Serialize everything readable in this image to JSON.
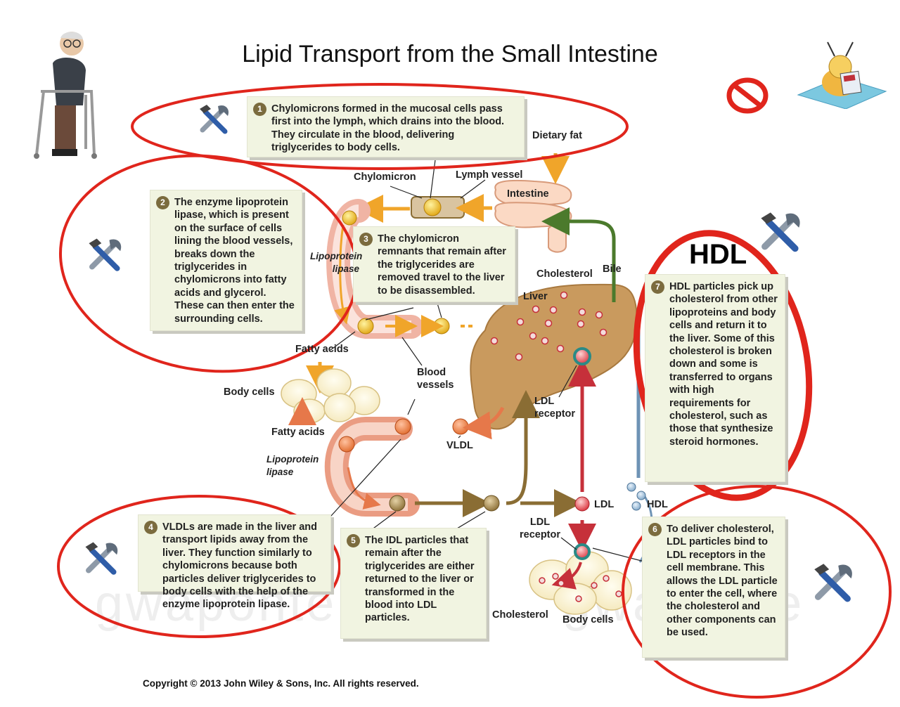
{
  "title": "Lipid Transport from the Small Intestine",
  "hdl_heading": "HDL",
  "watermark": [
    "gwaponte",
    "gwaponte"
  ],
  "copyright": "Copyright © 2013 John Wiley & Sons, Inc. All rights reserved.",
  "steps": [
    {
      "num": "1",
      "text": "Chylomicrons formed in the mucosal cells pass first into the lymph, which drains into the blood. They circulate in the blood, delivering triglycerides to body cells."
    },
    {
      "num": "2",
      "text": "The enzyme lipoprotein lipase, which is present on the surface of cells lining the blood vessels, breaks down the triglycerides in chylomicrons into fatty acids and glycerol. These can then enter the surrounding cells."
    },
    {
      "num": "3",
      "text": "The chylomicron remnants that remain after the triglycerides are removed travel to the liver to be disassembled."
    },
    {
      "num": "4",
      "text": "VLDLs are made in the liver and transport lipids away from the liver. They function similarly to chylomicrons because both particles deliver triglycerides to body cells with the help of the enzyme lipoprotein lipase."
    },
    {
      "num": "5",
      "text": "The IDL particles that remain after the triglycerides are either returned to the liver or transformed in the blood into LDL particles."
    },
    {
      "num": "6",
      "text": "To deliver cholesterol, LDL particles bind to LDL receptors in the cell membrane. This allows the LDL particle to enter the cell, where the cholesterol and other components can be used."
    },
    {
      "num": "7",
      "text": "HDL particles pick up cholesterol from other lipoproteins and body cells and return it to the liver. Some of this cholesterol is broken down and some is transferred to organs with high requirements for cholesterol, such as those that synthesize steroid hormones."
    }
  ],
  "labels": {
    "dietary_fat": "Dietary fat",
    "chylomicron": "Chylomicron",
    "lymph_vessel": "Lymph vessel",
    "intestine": "Intestine",
    "lipoprotein_lipase_1": "Lipoprotein lipase",
    "cholesterol_liver": "Cholesterol",
    "bile": "Bile",
    "liver": "Liver",
    "fatty_acids_1": "Fatty acids",
    "blood_vessels": "Blood vessels",
    "body_cells_1": "Body cells",
    "fatty_acids_2": "Fatty acids",
    "lipoprotein_lipase_2": "Lipoprotein lipase",
    "vldl": "VLDL",
    "ldl_receptor_1": "LDL receptor",
    "ldl": "LDL",
    "hdl": "HDL",
    "ldl_receptor_2": "LDL receptor",
    "cholesterol_cell": "Cholesterol",
    "body_cells_2": "Body cells"
  },
  "icons": [
    "tools-icon",
    "no-sign-icon",
    "elderly-walker-icon",
    "bee-reading-icon"
  ],
  "colors": {
    "circle_red": "#e0251c",
    "box_bg": "#f1f4e1",
    "number_badge": "#7b6b3e",
    "liver": "#c99a5e"
  }
}
